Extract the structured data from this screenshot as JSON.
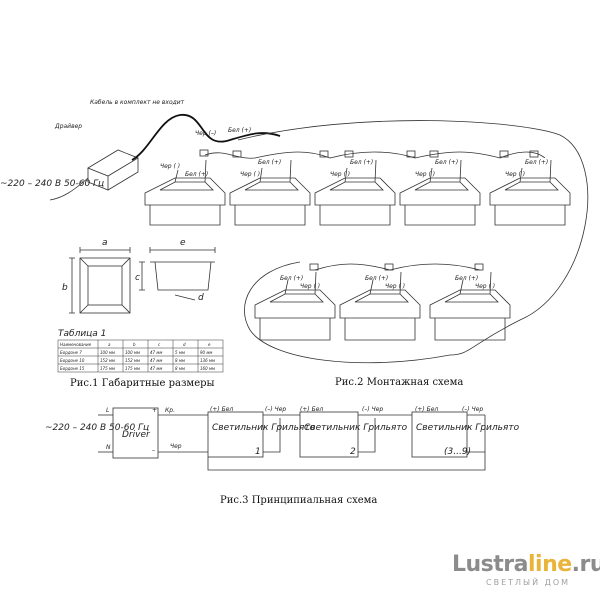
{
  "fig1": {
    "caption": "Рис.1 Габаритные размеры",
    "dim_a": "a",
    "dim_b": "b",
    "dim_c": "c",
    "dim_d": "d",
    "dim_e": "e",
    "table_title": "Таблица 1",
    "table": {
      "headers": [
        "Наименование",
        "a",
        "b",
        "c",
        "d",
        "e"
      ],
      "rows": [
        [
          "Бордоне 7",
          "100 мм",
          "100 мм",
          "47 мм",
          "5 мм",
          "90 мм"
        ],
        [
          "Бордоне 10",
          "152 мм",
          "152 мм",
          "47 мм",
          "8 мм",
          "136 мм"
        ],
        [
          "Бордоне 15",
          "175 мм",
          "175 мм",
          "47 мм",
          "8 мм",
          "160 мм"
        ]
      ]
    }
  },
  "fig2": {
    "caption": "Рис.2 Монтажная схема",
    "driver": "Драйвер",
    "cable": "Кабель в комплект не входит",
    "mains": "~220 – 240 В 50-60 Гц",
    "black_minus": "Чер (–)",
    "white_plus": "Бел (+)",
    "lamp_black": "Чер ( )",
    "lamp_white": "Бел (+)"
  },
  "fig3": {
    "caption": "Рис.3 Принципиальная схема",
    "mains": "~220 – 240 В 50-60 Гц",
    "L": "L",
    "N": "N",
    "driver": "Driver",
    "plus": "+",
    "minus": "–",
    "wire_red": "Кр.",
    "wire_black": "Чер",
    "lamp_name": "Светильник Грильято",
    "lamp_numbers": [
      "1",
      "2",
      "(3...9)"
    ],
    "minus_black": "(–) Чер",
    "plus_white": "(+) Бел"
  },
  "watermark": {
    "part1": "Lustra",
    "part2": "line",
    "part3": ".ru",
    "sub": "СВЕТЛЫЙ ДОМ"
  }
}
